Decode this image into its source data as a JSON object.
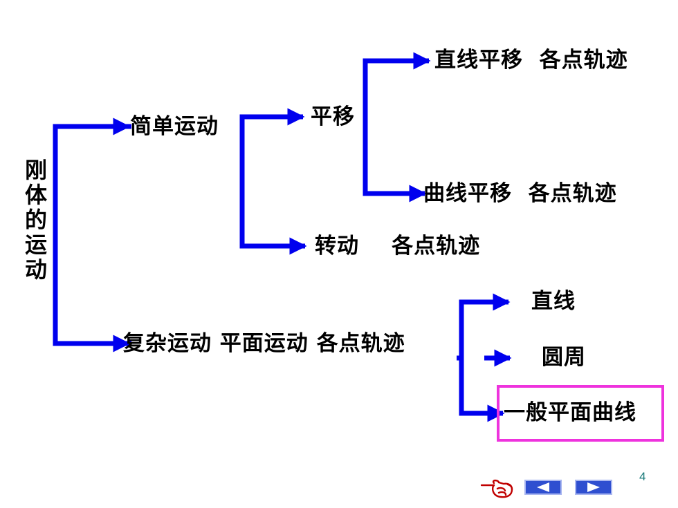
{
  "root_label": "刚体的运动",
  "branches": {
    "simple": "简单运动",
    "translation": "平移",
    "linear_translation": "直线平移  各点轨迹",
    "curvilinear_translation": "曲线平移  各点轨迹",
    "rotation": "转动    各点轨迹",
    "complex": "复杂运动 平面运动 各点轨迹",
    "straight_line": "直线",
    "circle": "圆周",
    "plane_curve": "一般平面曲线"
  },
  "page_number": "4",
  "colors": {
    "connector": "#0000ee",
    "highlight_box": "#ee33dd",
    "nav_button": "#2f4fd0",
    "hand_icon": "#c00000"
  },
  "icons": {
    "hand": "pointing-hand-icon",
    "prev": "triangle-left-icon",
    "next": "triangle-right-icon"
  }
}
